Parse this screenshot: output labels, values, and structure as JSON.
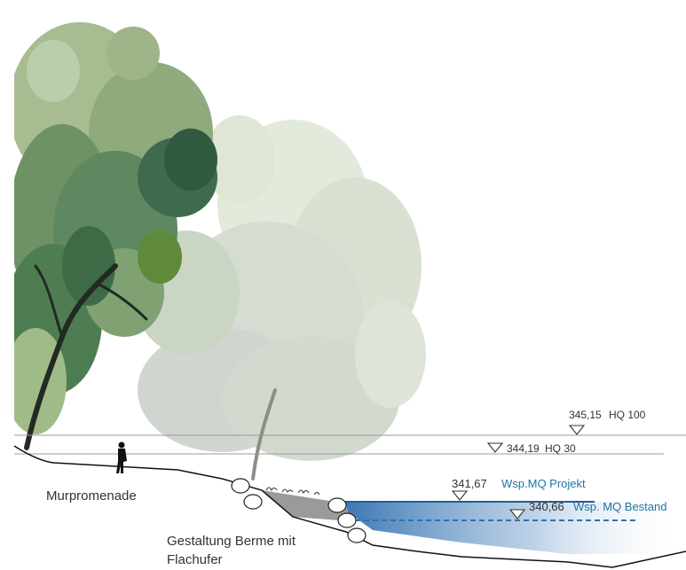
{
  "labels": {
    "promenade": "Murpromenade",
    "berm_line1": "Gestaltung Berme mit",
    "berm_line2": "Flachufer"
  },
  "water_levels": [
    {
      "key": "hq100",
      "elevation": "345,15",
      "name": "HQ 100",
      "color": "#333333",
      "line": "solid"
    },
    {
      "key": "hq30",
      "elevation": "344,19",
      "name": "HQ 30",
      "color": "#333333",
      "line": "solid"
    },
    {
      "key": "mq_projekt",
      "elevation": "341,67",
      "name": "Wsp.MQ Projekt",
      "color": "#1f74a6",
      "line": "solid"
    },
    {
      "key": "mq_bestand",
      "elevation": "340,66",
      "name": "Wsp. MQ Bestand",
      "color": "#1f74a6",
      "line": "dashed"
    }
  ],
  "colors": {
    "tree_dark": "#2f5a3f",
    "tree_mid": "#6f9470",
    "tree_light": "#c9d6bf",
    "water": "#3a7ab8",
    "ground_line": "#111111",
    "gravel": "#9a9a9a"
  }
}
